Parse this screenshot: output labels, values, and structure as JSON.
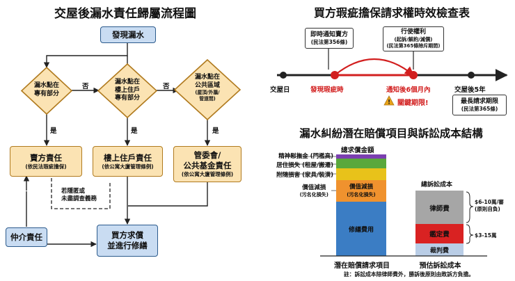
{
  "flowchart": {
    "title": "交屋後漏水責任歸屬流程圖",
    "start": "發現漏水",
    "decisions": [
      {
        "line1": "漏水點在",
        "line2": "專有部分",
        "sub": ""
      },
      {
        "line1": "漏水點在",
        "line2": "樓上住戶",
        "line3": "專有部分",
        "sub": ""
      },
      {
        "line1": "漏水點在",
        "line2": "公共區域",
        "sub1": "(屋頂/外牆/",
        "sub2": "管道間)"
      }
    ],
    "yes": "是",
    "no": "否",
    "seller": {
      "title": "賣方責任",
      "sub": "(依民法瑕疵擔保)"
    },
    "upstairs": {
      "title": "樓上住戶責任",
      "sub": "(依公寓大廈管理條例)"
    },
    "committee": {
      "line1": "管委會/",
      "line2": "公共基金責任",
      "sub": "(依公寓大廈管理條例)"
    },
    "dashed_note": {
      "line1": "若隱匿或",
      "line2": "未盡調查義務"
    },
    "agent": "仲介責任",
    "buyer": {
      "line1": "買方求償",
      "line2": "並進行修繕"
    }
  },
  "timeline": {
    "title": "買方瑕疵擔保請求權時效檢查表",
    "box_notice": {
      "line1": "即時通知賣方",
      "line2": "(民法第356條)"
    },
    "box_rights": {
      "line1": "行使權利",
      "line2": "(起訴/解約/減價)",
      "line3": "(民法第365條除斥期間)"
    },
    "points": [
      "交屋日",
      "發現瑕疵時",
      "通知後6個月內",
      "交屋後5年"
    ],
    "critical": "關鍵期限!",
    "box_max": {
      "line1": "最長請求期限",
      "line2": "(民法第365條)"
    },
    "warning_icon": "warning-triangle-icon",
    "colors": {
      "red": "#d21f1f",
      "amber": "#e8a317"
    }
  },
  "cost": {
    "title": "漏水糾紛潛在賠償項目與訴訟成本結構",
    "left_header": "總求償金額",
    "left_labels": [
      {
        "text": "精神慰撫金 (門檻高)",
        "sub": ""
      },
      {
        "text": "居住損失 (租屋/搬遷)",
        "sub": ""
      },
      {
        "text": "附隨損害 (家具/裝潢)",
        "sub": ""
      },
      {
        "text": "價值減損",
        "sub": "(污名化損失)"
      }
    ],
    "left_segments": [
      {
        "name": "精神慰撫金",
        "color": "#7b3fb0"
      },
      {
        "name": "居住損失",
        "color": "#5aa83c"
      },
      {
        "name": "附隨損害",
        "color": "#e8c21a"
      },
      {
        "name": "價值減損",
        "label1": "價值減損",
        "label2": "(污名化損失)",
        "color": "#f0922e"
      },
      {
        "name": "修繕費用",
        "label": "修繕費用",
        "color": "#3b7dc4"
      }
    ],
    "left_caption": "潛在賠償請求項目",
    "right_header": "總訴訟成本",
    "right_segments": [
      {
        "label": "律師費",
        "color": "#a6a6a6"
      },
      {
        "label": "鑑定費",
        "color": "#d92222"
      },
      {
        "label": "裁判費",
        "color": "#b9cde6"
      }
    ],
    "right_caption": "預估訴訟成本",
    "brace_top": {
      "line1": "$6-10萬/審",
      "line2": "(原則自負)"
    },
    "brace_bottom": "$3-15萬",
    "note": "註：訴訟成本除律師費外，勝訴後原則由敗訴方負擔。"
  }
}
